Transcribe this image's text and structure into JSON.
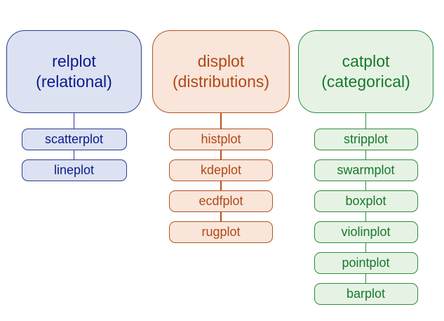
{
  "canvas": {
    "background": "#ffffff"
  },
  "columns": [
    {
      "id": "relplot",
      "title": "relplot",
      "subtitle": "(relational)",
      "color": {
        "stroke": "#2a3b94",
        "fill": "#dce2f1",
        "text": "#0b1a8c"
      },
      "items": [
        {
          "label": "scatterplot"
        },
        {
          "label": "lineplot"
        }
      ]
    },
    {
      "id": "displot",
      "title": "displot",
      "subtitle": "(distributions)",
      "color": {
        "stroke": "#b5521d",
        "fill": "#f9e5d9",
        "text": "#b04818"
      },
      "items": [
        {
          "label": "histplot"
        },
        {
          "label": "kdeplot"
        },
        {
          "label": "ecdfplot"
        },
        {
          "label": "rugplot"
        }
      ]
    },
    {
      "id": "catplot",
      "title": "catplot",
      "subtitle": "(categorical)",
      "color": {
        "stroke": "#2e8b3e",
        "fill": "#e6f3e4",
        "text": "#17782c"
      },
      "items": [
        {
          "label": "stripplot"
        },
        {
          "label": "swarmplot"
        },
        {
          "label": "boxplot"
        },
        {
          "label": "violinplot"
        },
        {
          "label": "pointplot"
        },
        {
          "label": "barplot"
        }
      ]
    }
  ]
}
